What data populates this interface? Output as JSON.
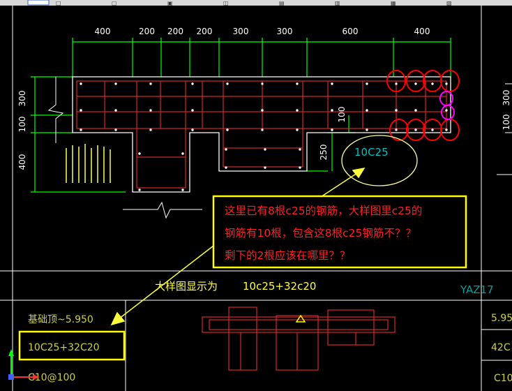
{
  "toolbar": {
    "items": [
      "□",
      "▢",
      "▣",
      "◫",
      "▤",
      "▥",
      "▦",
      "▧"
    ]
  },
  "dimensions": {
    "top": [
      "400",
      "200",
      "200",
      "200",
      "300",
      "300",
      "600",
      "400"
    ],
    "left": [
      "300",
      "100",
      "400"
    ],
    "inner": [
      "250",
      "100"
    ],
    "right": [
      "300",
      "100"
    ]
  },
  "labels": {
    "main_callout": "10C25",
    "annotation": [
      "这里已有8根c25的钢筋，大样图里c25的",
      "钢筋有10根，包含这8根c25钢筋不？？",
      "剩下的2根应该在哪里？？"
    ],
    "caption_prefix": "大样图显示为",
    "caption_value": "10c25+32c20",
    "component_name": "YAZ17",
    "foundation_top": "基础顶~5.950",
    "rebar_main": "10C25+32C20",
    "stirrup": "C10@100",
    "right_elev": "5.95",
    "right_rebar": "42C",
    "right_stirrup": "C10"
  },
  "colors": {
    "background": "#000000",
    "dimension": "#00ff00",
    "rebar": "#ff3030",
    "outline": "#ffffff",
    "highlight_red": "#ff0000",
    "highlight_magenta": "#ff00ff",
    "annotation_box": "#ffff00",
    "callout_text": "#00c0c0",
    "table_text": "#cfcf40"
  }
}
